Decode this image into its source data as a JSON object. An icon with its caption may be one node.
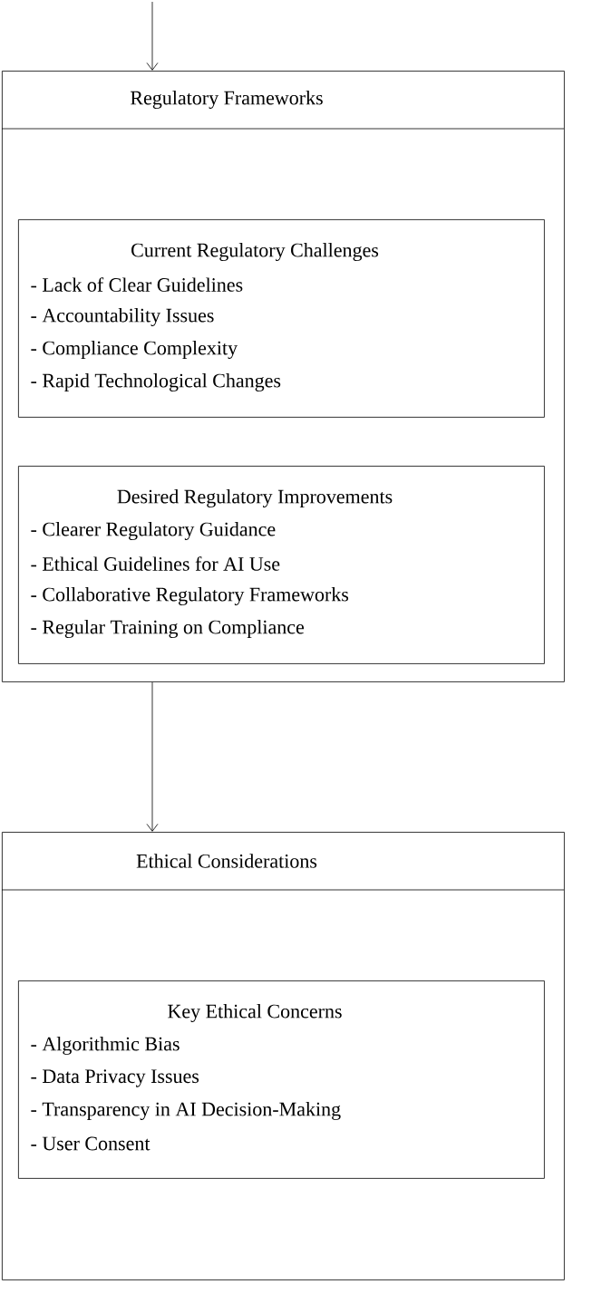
{
  "diagram": {
    "nodes": [
      {
        "text": [
          "Regulatory Frameworks"
        ]
      },
      {
        "text": [
          "Current Regulatory Challenges",
          "- Lack of Clear Guidelines",
          "- Accountability Issues",
          "- Compliance Complexity",
          "- Rapid Technological Changes"
        ],
        "in": 0
      },
      {
        "text": [
          "Desired Regulatory Improvements",
          "- Clearer Regulatory Guidance",
          "- Ethical Guidelines for AI Use",
          "- Collaborative Regulatory Frameworks",
          "- Regular Training on Compliance"
        ],
        "in": 0
      },
      {
        "text": [
          "Ethical Considerations"
        ]
      },
      {
        "text": [
          "Key Ethical Concerns",
          "- Algorithmic Bias",
          "- Data Privacy Issues",
          "- Transparency in AI Decision-Making",
          "- User Consent"
        ],
        "in": 3
      }
    ],
    "edges": [
      {
        "from": null,
        "to": 0,
        "arrow": "to"
      },
      {
        "from": 0,
        "to": 3,
        "arrow": "to"
      }
    ]
  }
}
